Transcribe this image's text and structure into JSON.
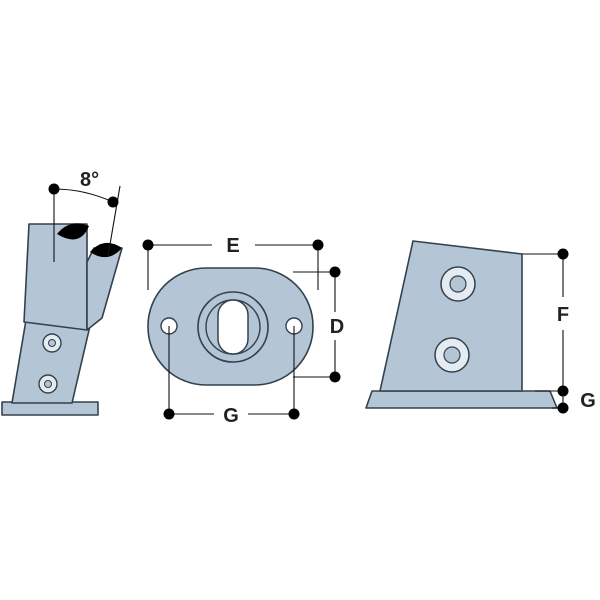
{
  "diagram": {
    "labels": {
      "angle": "8°",
      "E": "E",
      "D": "D",
      "G_front": "G",
      "F": "F",
      "G_side": "G"
    },
    "colors": {
      "part_fill": "#b4c6d6",
      "outline": "#33414d",
      "dimension": "#111111"
    }
  }
}
